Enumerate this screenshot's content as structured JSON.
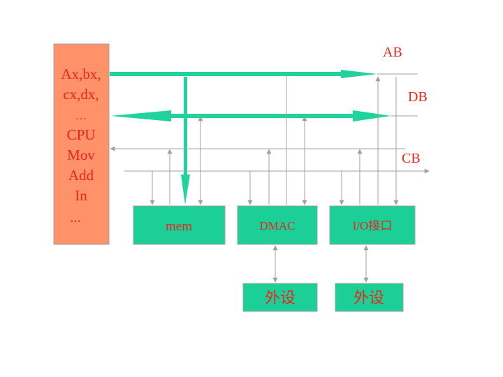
{
  "colors": {
    "cpu_fill": "#ff9268",
    "block_fill": "#1ccf97",
    "bus_fill": "#20d39a",
    "line": "#a0a0a0",
    "text": "#e8251e"
  },
  "cpu": {
    "lines": [
      "Ax,bx,",
      "cx,dx,",
      "…",
      "CPU",
      "Mov",
      "Add",
      "In",
      "..."
    ]
  },
  "buses": {
    "ab": "AB",
    "db": "DB",
    "cb": "CB"
  },
  "blocks": {
    "mem": "mem",
    "dmac": "DMAC",
    "io": "I/O接口",
    "dev1": "外设",
    "dev2": "外设"
  }
}
